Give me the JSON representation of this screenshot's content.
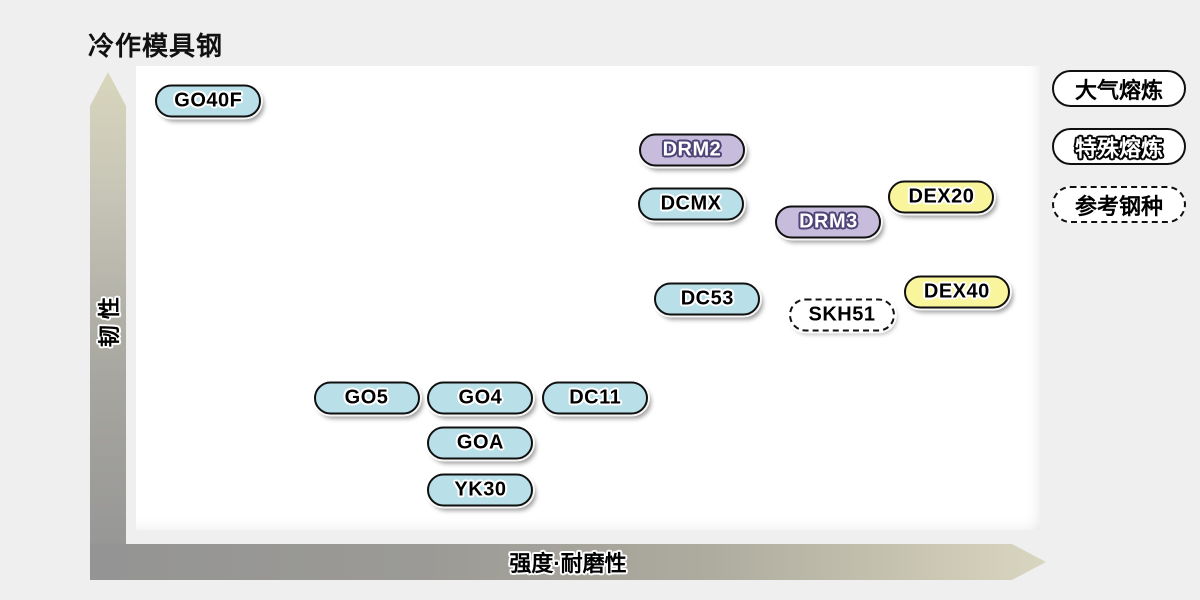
{
  "page": {
    "title": "冷作模具钢",
    "background_color": "#efefef"
  },
  "axes": {
    "y_label": "韧 性",
    "x_label": "强度·耐磨性",
    "arrow_gray": "#949494",
    "arrow_tan": "#d9d6bd"
  },
  "legend": {
    "items": [
      {
        "label": "大气熔炼",
        "style": "solid-border-plain-text"
      },
      {
        "label": "特殊熔炼",
        "style": "solid-border-outlined-text"
      },
      {
        "label": "参考钢种",
        "style": "dashed-border"
      }
    ]
  },
  "colors": {
    "blue": "#b9dfe9",
    "purple": "#c7bcdc",
    "yellow": "#f8f59d",
    "reference_white": "#ffffff",
    "pill_border": "#101010"
  },
  "chart_data": {
    "type": "scatter",
    "title": "冷作模具钢",
    "xlabel": "强度·耐磨性",
    "ylabel": "韧性",
    "x_axis_note": "qualitative axis, no ticks (right = higher strength / wear resistance)",
    "y_axis_note": "qualitative axis, no ticks (up = higher toughness)",
    "xlim": [
      0,
      100
    ],
    "ylim": [
      0,
      100
    ],
    "grid": false,
    "legend_position": "outside-right-top",
    "points": [
      {
        "label": "GO40F",
        "x": 8.0,
        "y": 92.5,
        "style": "blue"
      },
      {
        "label": "DRM2",
        "x": 61.5,
        "y": 81.9,
        "style": "purple"
      },
      {
        "label": "DCMX",
        "x": 61.4,
        "y": 70.3,
        "style": "blue"
      },
      {
        "label": "DRM3",
        "x": 76.6,
        "y": 66.4,
        "style": "purple"
      },
      {
        "label": "DEX20",
        "x": 89.1,
        "y": 71.8,
        "style": "yellow"
      },
      {
        "label": "DC53",
        "x": 63.2,
        "y": 49.8,
        "style": "blue"
      },
      {
        "label": "SKH51",
        "x": 78.1,
        "y": 46.3,
        "style": "reference"
      },
      {
        "label": "DEX40",
        "x": 90.8,
        "y": 51.3,
        "style": "yellow"
      },
      {
        "label": "GO5",
        "x": 25.5,
        "y": 28.4,
        "style": "blue"
      },
      {
        "label": "GO4",
        "x": 38.1,
        "y": 28.4,
        "style": "blue"
      },
      {
        "label": "DC11",
        "x": 50.8,
        "y": 28.4,
        "style": "blue"
      },
      {
        "label": "GOA",
        "x": 38.1,
        "y": 18.8,
        "style": "blue"
      },
      {
        "label": "YK30",
        "x": 38.1,
        "y": 8.6,
        "style": "blue"
      }
    ]
  }
}
